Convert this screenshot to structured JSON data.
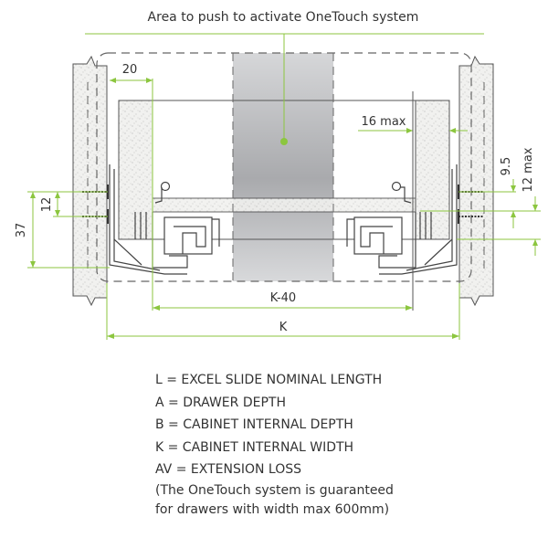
{
  "diagram": {
    "title": "Area to push to activate OneTouch system",
    "dimensions": {
      "d20": "20",
      "d16max": "16 max",
      "d9_5": "9.5",
      "d12max": "12 max",
      "d37": "37",
      "d12": "12",
      "k40": "K-40",
      "k": "K"
    },
    "colors": {
      "accent": "#8cc63f",
      "line": "#444444",
      "column": "#b8b9bb"
    }
  },
  "legend": {
    "items": [
      "L = EXCEL SLIDE NOMINAL LENGTH",
      "A = DRAWER DEPTH",
      "B = CABINET INTERNAL DEPTH",
      "K = CABINET INTERNAL WIDTH",
      "AV = EXTENSION LOSS"
    ],
    "note": [
      "(The OneTouch system is guaranteed",
      "for drawers with width max 600mm)"
    ]
  }
}
